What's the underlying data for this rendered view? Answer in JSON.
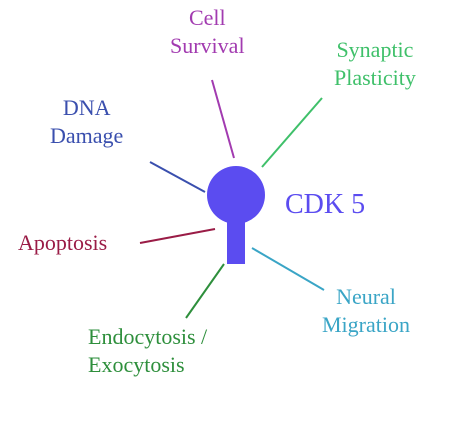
{
  "center": {
    "label": "CDK 5",
    "color": "#5b4cf0"
  },
  "functions": [
    {
      "id": "cell-survival",
      "lines": [
        "Cell",
        "Survival"
      ],
      "color": "#a23bb0"
    },
    {
      "id": "synaptic-plasticity",
      "lines": [
        "Synaptic",
        "Plasticity"
      ],
      "color": "#3fc06a"
    },
    {
      "id": "dna-damage",
      "lines": [
        "DNA",
        "Damage"
      ],
      "color": "#3a4fae"
    },
    {
      "id": "apoptosis",
      "lines": [
        "Apoptosis"
      ],
      "color": "#9a1c46"
    },
    {
      "id": "neural-migration",
      "lines": [
        "Neural",
        "Migration"
      ],
      "color": "#3aa5c6"
    },
    {
      "id": "endocytosis-exocytosis",
      "lines": [
        "Endocytosis /",
        "Exocytosis"
      ],
      "color": "#2e8f3c"
    }
  ]
}
